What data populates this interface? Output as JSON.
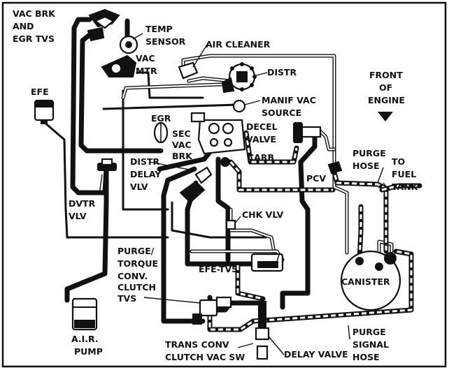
{
  "labels": {
    "vac_brk_line1": "VAC BRK",
    "vac_brk_line2": "AND",
    "vac_brk_line3": "EGR TVS",
    "temp_sensor_line1": "TEMP",
    "temp_sensor_line2": "SENSOR",
    "air_cleaner": "AIR CLEANER",
    "vac_mtr_line1": "VAC",
    "vac_mtr_line2": "MTR",
    "distr": "DISTR",
    "front_line1": "FRONT",
    "front_line2": "OF",
    "front_line3": "ENGINE",
    "efe": "EFE",
    "manif_vac_line1": "MANIF VAC",
    "manif_vac_line2": "SOURCE",
    "egr": "EGR",
    "sec_vac_brk_line1": "SEC",
    "sec_vac_brk_line2": "VAC",
    "sec_vac_brk_line3": "BRK",
    "decel_valve_line1": "DECEL",
    "decel_valve_line2": "VALVE",
    "carb": "CARB",
    "purge_hose_line1": "PURGE",
    "purge_hose_line2": "HOSE",
    "distr_delay_line1": "DISTR",
    "distr_delay_line2": "DELAY",
    "distr_delay_line3": "VLV",
    "pcv": "PCV",
    "to_fuel_tank_line1": "TO",
    "to_fuel_tank_line2": "FUEL",
    "to_fuel_tank_line3": "TANK",
    "dvtr_line1": "DVTR",
    "dvtr_line2": "VLV",
    "chk_vlv": "CHK VLV",
    "purge_tvs_line1": "PURGE/",
    "purge_tvs_line2": "TORQUE",
    "purge_tvs_line3": "CONV.",
    "purge_tvs_line4": "CLUTCH",
    "purge_tvs_line5": "TVS",
    "efe_tvs": "EFE-TVS",
    "canister": "CANISTER",
    "air_pump_line1": "A.I.R.",
    "air_pump_line2": "PUMP",
    "purge_signal_line1": "PURGE",
    "purge_signal_line2": "SIGNAL",
    "purge_signal_line3": "HOSE",
    "trans_conv_line1": "TRANS CONV",
    "trans_conv_line2": "CLUTCH VAC SW",
    "delay_valve": "DELAY VALVE"
  },
  "colors": {
    "ink": "#111111",
    "paper": "#ffffff"
  }
}
